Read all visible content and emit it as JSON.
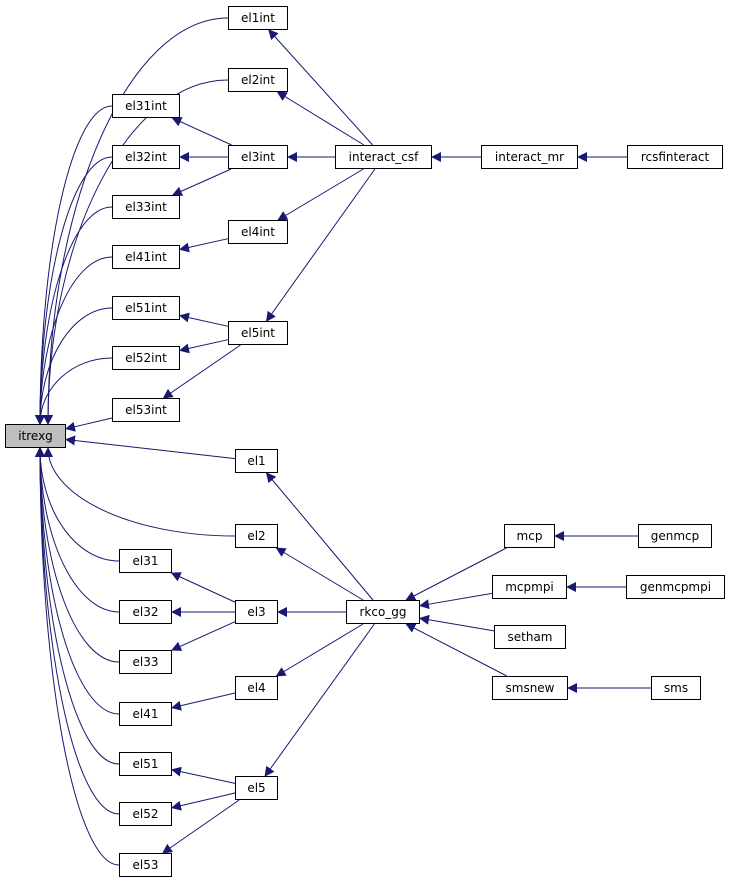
{
  "colors": {
    "edge": "#191970",
    "node_border": "#000000",
    "root_fill": "#bfbfbf",
    "node_fill": "#ffffff"
  },
  "nodes": [
    {
      "id": "itrexg",
      "label": "itrexg",
      "root": true
    },
    {
      "id": "el1int",
      "label": "el1int"
    },
    {
      "id": "el2int",
      "label": "el2int"
    },
    {
      "id": "el31int",
      "label": "el31int"
    },
    {
      "id": "el32int",
      "label": "el32int"
    },
    {
      "id": "el33int",
      "label": "el33int"
    },
    {
      "id": "el3int",
      "label": "el3int"
    },
    {
      "id": "el41int",
      "label": "el41int"
    },
    {
      "id": "el4int",
      "label": "el4int"
    },
    {
      "id": "el51int",
      "label": "el51int"
    },
    {
      "id": "el52int",
      "label": "el52int"
    },
    {
      "id": "el53int",
      "label": "el53int"
    },
    {
      "id": "el5int",
      "label": "el5int"
    },
    {
      "id": "interact_csf",
      "label": "interact_csf"
    },
    {
      "id": "interact_mr",
      "label": "interact_mr"
    },
    {
      "id": "rcsfinteract",
      "label": "rcsfinteract"
    },
    {
      "id": "el1",
      "label": "el1"
    },
    {
      "id": "el2",
      "label": "el2"
    },
    {
      "id": "el31",
      "label": "el31"
    },
    {
      "id": "el32",
      "label": "el32"
    },
    {
      "id": "el33",
      "label": "el33"
    },
    {
      "id": "el3",
      "label": "el3"
    },
    {
      "id": "el41",
      "label": "el41"
    },
    {
      "id": "el4",
      "label": "el4"
    },
    {
      "id": "el51",
      "label": "el51"
    },
    {
      "id": "el52",
      "label": "el52"
    },
    {
      "id": "el53",
      "label": "el53"
    },
    {
      "id": "el5",
      "label": "el5"
    },
    {
      "id": "rkco_gg",
      "label": "rkco_gg"
    },
    {
      "id": "mcp",
      "label": "mcp"
    },
    {
      "id": "genmcp",
      "label": "genmcp"
    },
    {
      "id": "mcpmpi",
      "label": "mcpmpi"
    },
    {
      "id": "genmcpmpi",
      "label": "genmcpmpi"
    },
    {
      "id": "setham",
      "label": "setham"
    },
    {
      "id": "smsnew",
      "label": "smsnew"
    },
    {
      "id": "sms",
      "label": "sms"
    }
  ],
  "edges": [
    {
      "from": "el1int",
      "to": "itrexg"
    },
    {
      "from": "el2int",
      "to": "itrexg"
    },
    {
      "from": "el31int",
      "to": "itrexg"
    },
    {
      "from": "el32int",
      "to": "itrexg"
    },
    {
      "from": "el33int",
      "to": "itrexg"
    },
    {
      "from": "el41int",
      "to": "itrexg"
    },
    {
      "from": "el51int",
      "to": "itrexg"
    },
    {
      "from": "el52int",
      "to": "itrexg"
    },
    {
      "from": "el53int",
      "to": "itrexg"
    },
    {
      "from": "el1",
      "to": "itrexg"
    },
    {
      "from": "el2",
      "to": "itrexg"
    },
    {
      "from": "el31",
      "to": "itrexg"
    },
    {
      "from": "el32",
      "to": "itrexg"
    },
    {
      "from": "el33",
      "to": "itrexg"
    },
    {
      "from": "el41",
      "to": "itrexg"
    },
    {
      "from": "el51",
      "to": "itrexg"
    },
    {
      "from": "el52",
      "to": "itrexg"
    },
    {
      "from": "el53",
      "to": "itrexg"
    },
    {
      "from": "el3int",
      "to": "el31int"
    },
    {
      "from": "el3int",
      "to": "el32int"
    },
    {
      "from": "el3int",
      "to": "el33int"
    },
    {
      "from": "el4int",
      "to": "el41int"
    },
    {
      "from": "el5int",
      "to": "el51int"
    },
    {
      "from": "el5int",
      "to": "el52int"
    },
    {
      "from": "el5int",
      "to": "el53int"
    },
    {
      "from": "interact_csf",
      "to": "el1int"
    },
    {
      "from": "interact_csf",
      "to": "el2int"
    },
    {
      "from": "interact_csf",
      "to": "el3int"
    },
    {
      "from": "interact_csf",
      "to": "el4int"
    },
    {
      "from": "interact_csf",
      "to": "el5int"
    },
    {
      "from": "interact_mr",
      "to": "interact_csf"
    },
    {
      "from": "rcsfinteract",
      "to": "interact_mr"
    },
    {
      "from": "el3",
      "to": "el31"
    },
    {
      "from": "el3",
      "to": "el32"
    },
    {
      "from": "el3",
      "to": "el33"
    },
    {
      "from": "el4",
      "to": "el41"
    },
    {
      "from": "el5",
      "to": "el51"
    },
    {
      "from": "el5",
      "to": "el52"
    },
    {
      "from": "el5",
      "to": "el53"
    },
    {
      "from": "rkco_gg",
      "to": "el1"
    },
    {
      "from": "rkco_gg",
      "to": "el2"
    },
    {
      "from": "rkco_gg",
      "to": "el3"
    },
    {
      "from": "rkco_gg",
      "to": "el4"
    },
    {
      "from": "rkco_gg",
      "to": "el5"
    },
    {
      "from": "mcp",
      "to": "rkco_gg"
    },
    {
      "from": "mcpmpi",
      "to": "rkco_gg"
    },
    {
      "from": "setham",
      "to": "rkco_gg"
    },
    {
      "from": "smsnew",
      "to": "rkco_gg"
    },
    {
      "from": "genmcp",
      "to": "mcp"
    },
    {
      "from": "genmcpmpi",
      "to": "mcpmpi"
    },
    {
      "from": "sms",
      "to": "smsnew"
    }
  ]
}
